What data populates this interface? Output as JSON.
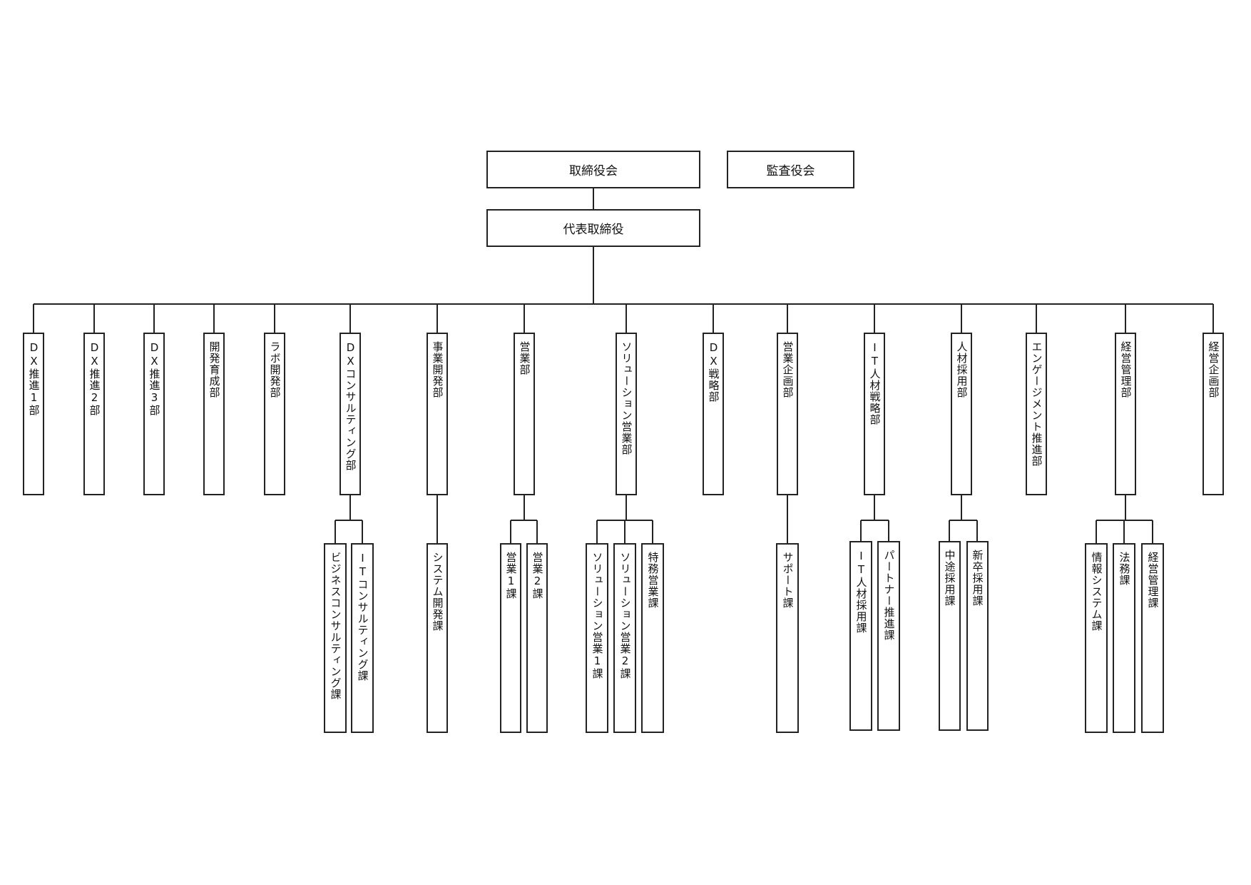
{
  "board": "取締役会",
  "auditors": "監査役会",
  "ceo": "代表取締役",
  "departments": [
    {
      "name": "DX推進1部"
    },
    {
      "name": "DX推進2部"
    },
    {
      "name": "DX推進3部"
    },
    {
      "name": "開発育成部"
    },
    {
      "name": "ラボ開発部"
    },
    {
      "name": "DXコンサルティング部",
      "sections": [
        "ビジネスコンサルティング課",
        "ITコンサルティング課"
      ]
    },
    {
      "name": "事業開発部",
      "sections": [
        "システム開発課"
      ]
    },
    {
      "name": "営業部",
      "sections": [
        "営業1課",
        "営業2課"
      ]
    },
    {
      "name": "ソリューション営業部",
      "sections": [
        "ソリューション営業1課",
        "ソリューション営業2課",
        "特務営業課"
      ]
    },
    {
      "name": "DX戦略部"
    },
    {
      "name": "営業企画部",
      "sections": [
        "サポート課"
      ]
    },
    {
      "name": "IT人材戦略部",
      "sections": [
        "IT人材採用課",
        "パートナー推進課"
      ]
    },
    {
      "name": "人材採用部",
      "sections": [
        "中途採用課",
        "新卒採用課"
      ]
    },
    {
      "name": "エンゲージメント推進部"
    },
    {
      "name": "経営管理部",
      "sections": [
        "情報システム課",
        "法務課",
        "経営管理課"
      ]
    },
    {
      "name": "経営企画部"
    }
  ]
}
